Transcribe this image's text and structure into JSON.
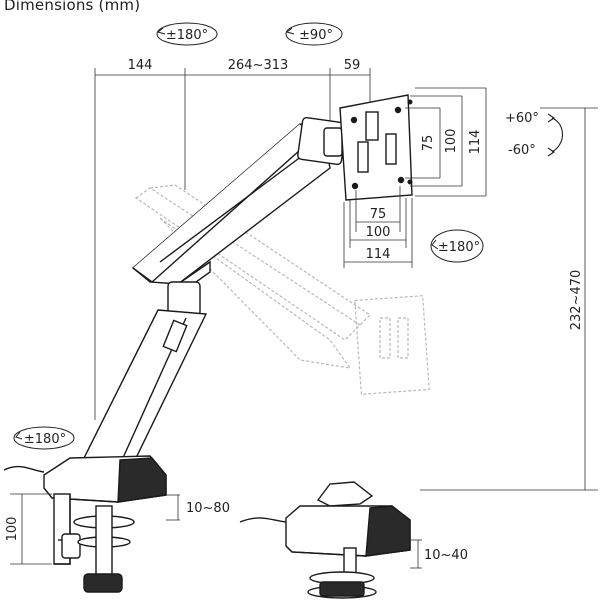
{
  "title": "Dimensions (mm)",
  "rotation": {
    "tilt_arm_top": "±180°",
    "swivel_head": "±90°",
    "tilt_up": "+60°",
    "tilt_down": "-60°",
    "monitor_rotate": "±180°",
    "base_rotate": "±180°"
  },
  "dimensions": {
    "arm_offset": "144",
    "arm_reach": "264~313",
    "head_depth": "59",
    "vesa_inner_v": "75",
    "vesa_mid_v": "100",
    "vesa_outer_v": "114",
    "vesa_inner_h": "75",
    "vesa_mid_h": "100",
    "vesa_outer_h": "114",
    "height_range": "232~470",
    "clamp_height": "100",
    "clamp_thickness": "10~80",
    "grommet_thickness": "10~40"
  },
  "colors": {
    "line": "#1a1a1a",
    "ghost": "#b5b5b5",
    "fill": "#ffffff",
    "dark": "#2a2a2a"
  }
}
